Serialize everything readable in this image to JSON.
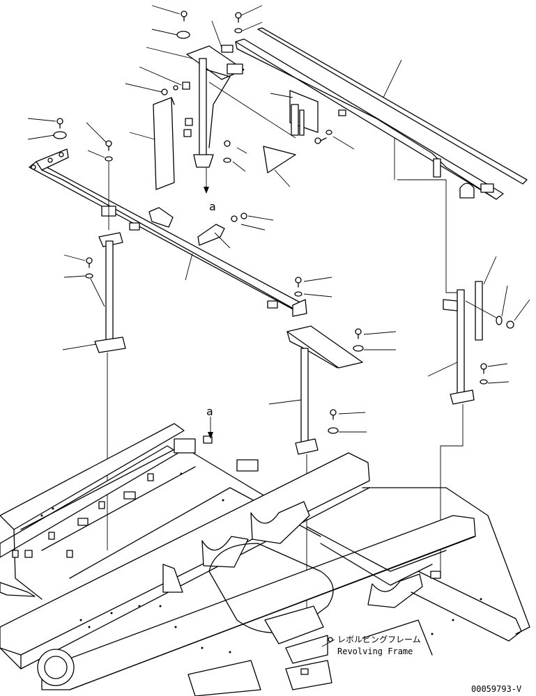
{
  "view_marker": "a",
  "frame_label_jp": "レボルビングフレーム",
  "frame_label_en": "Revolving Frame",
  "drawing_id": "00059793-V"
}
